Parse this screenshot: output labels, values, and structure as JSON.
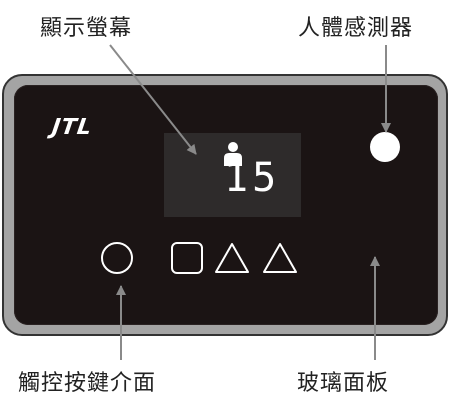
{
  "callouts": {
    "display": "顯示螢幕",
    "sensor": "人體感測器",
    "touch": "觸控按鍵介面",
    "glass": "玻璃面板"
  },
  "panel": {
    "logo": "JTL",
    "display_value": "15",
    "display_icon": "person-icon"
  },
  "buttons": [
    {
      "shape": "circle-icon"
    },
    {
      "shape": "square-icon"
    },
    {
      "shape": "triangle-icon"
    },
    {
      "shape": "triangle-icon"
    }
  ],
  "colors": {
    "panel": "#1b1414",
    "frame": "#a4a4a4",
    "screen": "#2e2b2b",
    "foreground": "#ffffff"
  }
}
